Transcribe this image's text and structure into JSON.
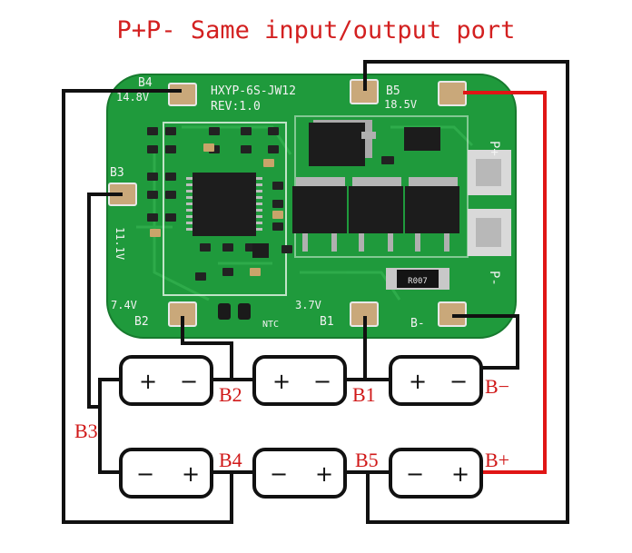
{
  "title": "P+P- Same input/output port",
  "board": {
    "model": "HXYP-6S-JW12",
    "rev": "REV:1.0",
    "resistor": "R007",
    "ntc": "NTC",
    "pads": {
      "b4": "B4",
      "v14": "14.8V",
      "b5": "B5",
      "v18": "18.5V",
      "b3": "B3",
      "v11": "11.1V",
      "b2": "B2",
      "v7": "7.4V",
      "b1": "B1",
      "v3": "3.7V",
      "bminus": "B-",
      "pplus": "P+",
      "pminus": "P-"
    }
  },
  "cells": {
    "top_row": [
      {
        "left": "+",
        "right": "−"
      },
      {
        "left": "+",
        "right": "−"
      },
      {
        "left": "+",
        "right": "−"
      }
    ],
    "bottom_row": [
      {
        "left": "−",
        "right": "+"
      },
      {
        "left": "−",
        "right": "+"
      },
      {
        "left": "−",
        "right": "+"
      }
    ]
  },
  "labels": {
    "b2": "B2",
    "b1": "B1",
    "bminus": "B−",
    "b3": "B3",
    "b4": "B4",
    "b5": "B5",
    "bplus": "B+"
  },
  "colors": {
    "pcb_green": "#1f9a3c",
    "wire_black": "#111111",
    "wire_red": "#e01515",
    "label_red": "#d01818"
  }
}
